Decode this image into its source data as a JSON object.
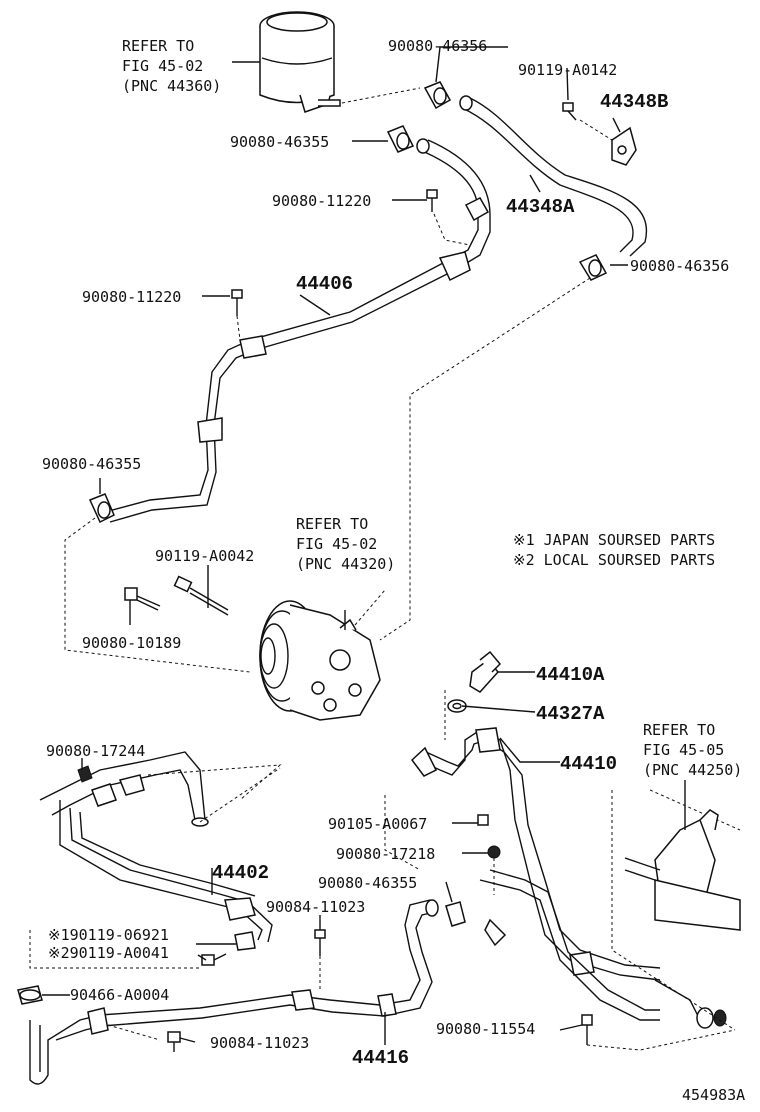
{
  "diagram_id": "454983A",
  "notes": [
    "※1 JAPAN SOURSED PARTS",
    "※2 LOCAL SOURSED PARTS"
  ],
  "references": {
    "reservoir": [
      "REFER TO",
      "FIG 45-02",
      "(PNC 44360)"
    ],
    "pump": [
      "REFER TO",
      "FIG 45-02",
      "(PNC 44320)"
    ],
    "gear": [
      "REFER TO",
      "FIG 45-05",
      "(PNC 44250)"
    ]
  },
  "labels": {
    "p90080_46356_top": "90080-46356",
    "p90119_A0142": "90119-A0142",
    "p44348B": "44348B",
    "p90080_46355_top": "90080-46355",
    "p90080_11220_top": "90080-11220",
    "p44348A": "44348A",
    "p90080_46356_right": "90080-46356",
    "p90080_11220_left": "90080-11220",
    "p44406": "44406",
    "p90080_46355_left": "90080-46355",
    "p90119_A0042": "90119-A0042",
    "p90080_10189": "90080-10189",
    "p44410A": "44410A",
    "p44327A": "44327A",
    "p44410": "44410",
    "p90080_17244": "90080-17244",
    "p90105_A0067": "90105-A0067",
    "p90080_17218": "90080-17218",
    "p44402": "44402",
    "p90080_46355_bottom": "90080-46355",
    "p90084_11023_top": "90084-11023",
    "p90119_06921": "※190119-06921",
    "p90119_A0041": "※290119-A0041",
    "p90466_A0004": "90466-A0004",
    "p90080_11554": "90080-11554",
    "p90084_11023_bottom": "90084-11023",
    "p44416": "44416"
  }
}
